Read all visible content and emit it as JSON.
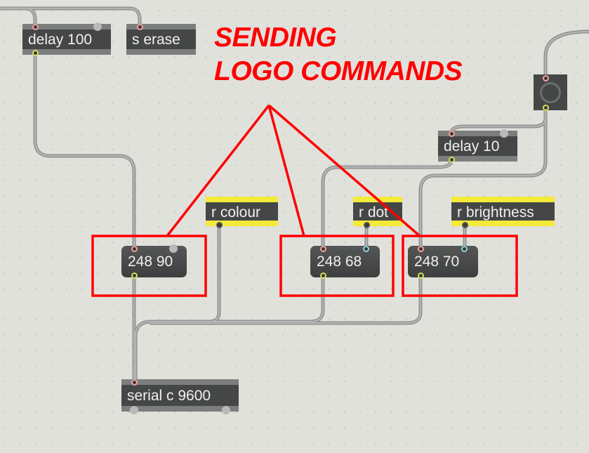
{
  "annotation": {
    "line1": "SENDING",
    "line2": "LOGO COMMANDS",
    "color": "#ff0000"
  },
  "objects": {
    "delay100": "delay 100",
    "serase": "s erase",
    "delay10": "delay 10",
    "rcolour": "r colour",
    "rdot": "r dot",
    "rbrightness": "r brightness",
    "serial": "serial c 9600"
  },
  "messages": {
    "m1": "248 90",
    "m2": "248 68",
    "m3": "248 70"
  }
}
